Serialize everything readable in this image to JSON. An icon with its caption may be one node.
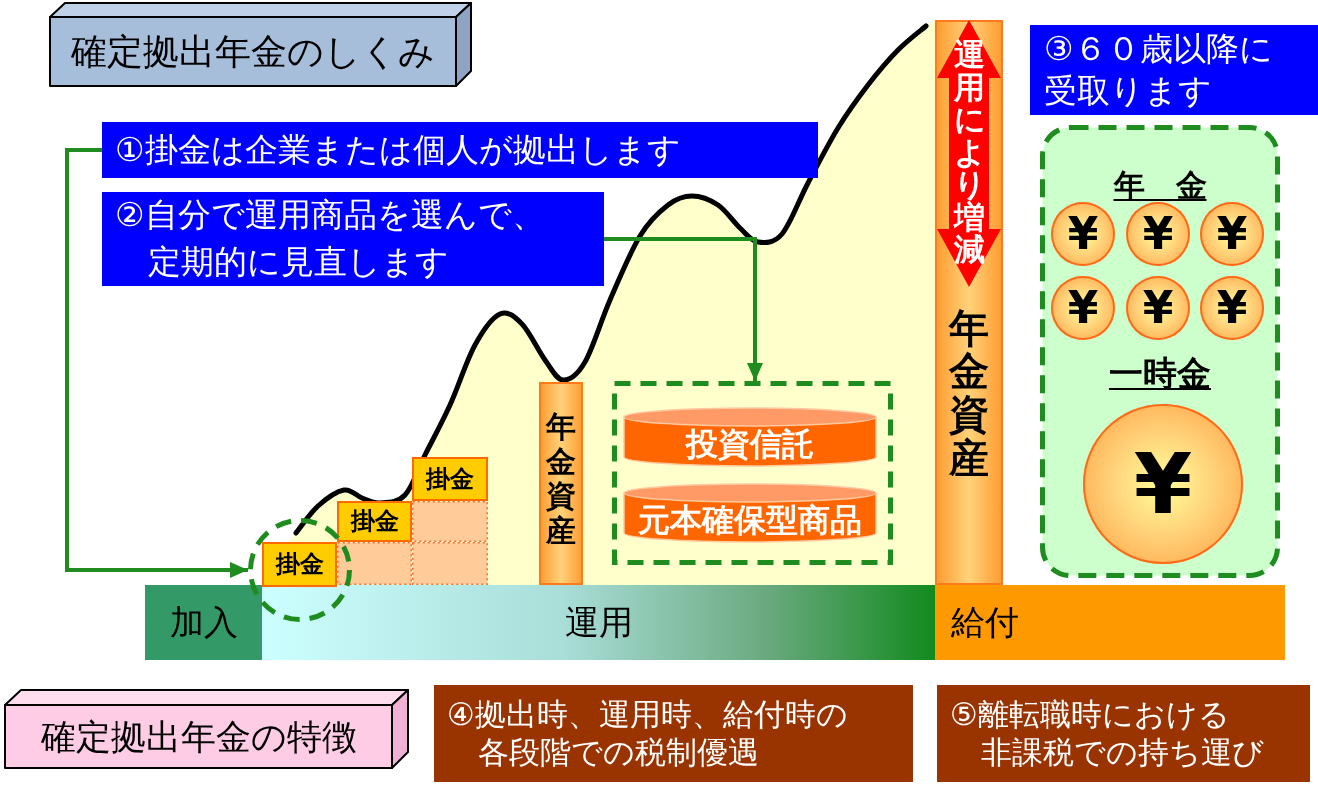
{
  "diagram": {
    "nodes": [
      {
        "text": [
          "確定拠出年金のしくみ"
        ]
      },
      {
        "text": [
          "①掛金は企業または個人が拠出します"
        ]
      },
      {
        "text": [
          "②自分で運用商品を選んで、定期的に見直します"
        ]
      },
      {
        "text": [
          "③６０歳以降に受取ります"
        ]
      },
      {
        "text": [
          "年金資産"
        ]
      },
      {
        "text": [
          "運用により増減"
        ],
        "in": 4
      },
      {
        "text": [
          "年　金",
          "一時金"
        ]
      },
      {
        "text": [
          "¥"
        ],
        "in": 6
      },
      {
        "text": [
          "¥"
        ],
        "in": 6
      },
      {
        "text": [
          "¥"
        ],
        "in": 6
      },
      {
        "text": [
          "¥"
        ],
        "in": 6
      },
      {
        "text": [
          "¥"
        ],
        "in": 6
      },
      {
        "text": [
          "¥"
        ],
        "in": 6
      },
      {
        "text": [
          "¥"
        ],
        "in": 6
      },
      {
        "text": [],
        "shape": "circle"
      },
      {
        "text": [
          "掛金"
        ],
        "in": 14
      },
      {
        "text": [
          "掛金"
        ]
      },
      {
        "text": [
          "掛金"
        ]
      },
      {
        "text": [],
        "shape": "box"
      },
      {
        "text": [],
        "shape": "box"
      },
      {
        "text": [],
        "shape": "box"
      },
      {
        "text": [
          "年金資産"
        ]
      },
      {
        "text": [],
        "shape": "box"
      },
      {
        "text": [
          "投資信託"
        ],
        "in": 22
      },
      {
        "text": [
          "元本確保型商品"
        ],
        "in": 22
      },
      {
        "text": [
          "加入"
        ]
      },
      {
        "text": [
          "運用"
        ]
      },
      {
        "text": [
          "給付"
        ]
      },
      {
        "text": [
          "確定拠出年金の特徴"
        ]
      },
      {
        "text": [
          "④拠出時、運用時、給付時の各段階での税制優遇"
        ]
      },
      {
        "text": [
          "⑤離転職時における非課税での持ち運び"
        ]
      }
    ],
    "edges": [
      {
        "from": 1,
        "to": 14,
        "arrow": "to"
      },
      {
        "from": 2,
        "to": 22,
        "arrow": "to"
      }
    ]
  }
}
